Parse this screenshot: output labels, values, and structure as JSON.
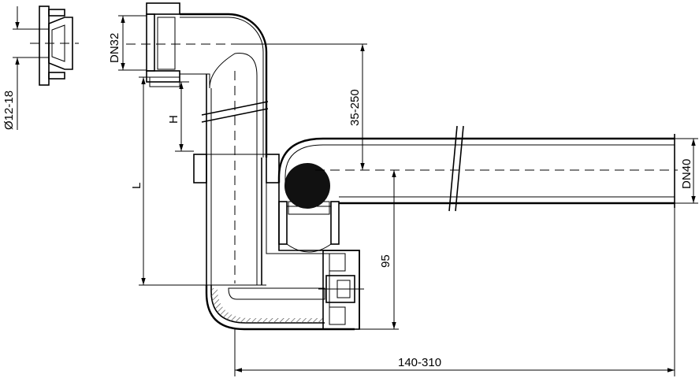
{
  "labels": {
    "diameter": "Ø12-18",
    "dn32": "DN32",
    "h": "H",
    "l": "L",
    "height_range": "35-250",
    "dn40": "DN40",
    "height_95": "95",
    "width_range": "140-310"
  },
  "colors": {
    "line": "#000000",
    "ball": "#111111",
    "hatch": "#555555",
    "background": "#ffffff"
  }
}
